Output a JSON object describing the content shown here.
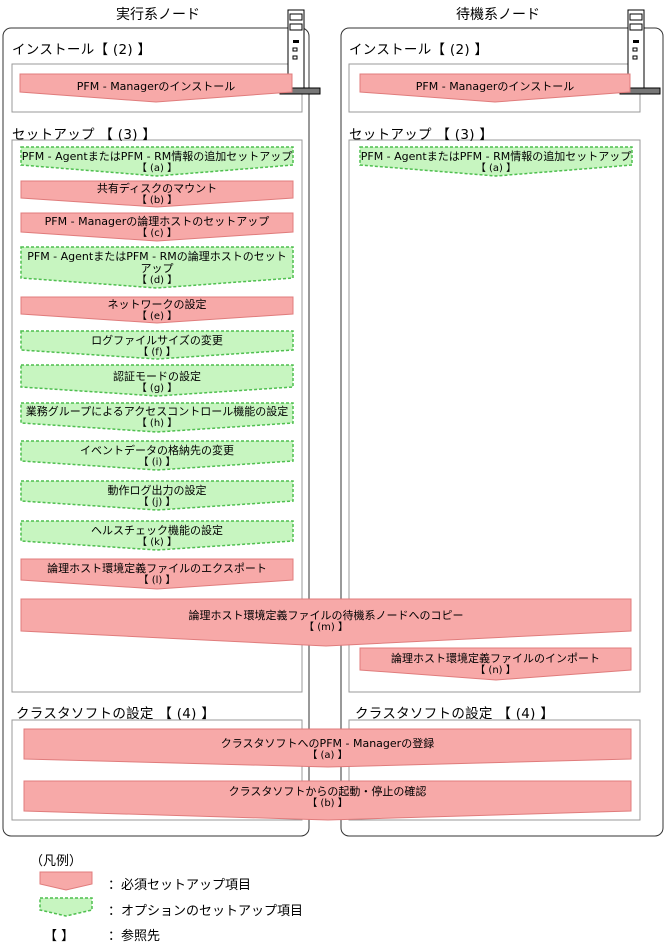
{
  "nodes": {
    "active": "実行系ノード",
    "standby": "待機系ノード"
  },
  "sections": {
    "install": "インストール【 (2) 】",
    "setup": "セットアップ 【 (3) 】",
    "cluster": "クラスタソフトの設定 【 (4) 】"
  },
  "steps": {
    "a_install": {
      "label": "PFM - Managerのインストール",
      "ref": ""
    },
    "a1": {
      "label": "PFM - AgentまたはPFM - RM情報の追加セットアップ",
      "ref": "【 (a) 】"
    },
    "a2": {
      "label": "共有ディスクのマウント",
      "ref": "【 (b) 】"
    },
    "a3": {
      "label": "PFM - Managerの論理ホストのセットアップ",
      "ref": "【 (c) 】"
    },
    "a4": {
      "label": "PFM - AgentまたはPFM - RMの論理ホストのセットアップ",
      "ref": "【 (d) 】"
    },
    "a5": {
      "label": "ネットワークの設定",
      "ref": "【 (e) 】"
    },
    "a6": {
      "label": "ログファイルサイズの変更",
      "ref": "【 (f) 】"
    },
    "a7": {
      "label": "認証モードの設定",
      "ref": "【 (g) 】"
    },
    "a8": {
      "label": "業務グループによるアクセスコントロール機能の設定",
      "ref": "【 (h) 】"
    },
    "a9": {
      "label": "イベントデータの格納先の変更",
      "ref": "【 (i) 】"
    },
    "a10": {
      "label": "動作ログ出力の設定",
      "ref": "【 (j) 】"
    },
    "a11": {
      "label": "ヘルスチェック機能の設定",
      "ref": "【 (k) 】"
    },
    "a12": {
      "label": "論理ホスト環境定義ファイルのエクスポート",
      "ref": "【 (l) 】"
    },
    "m": {
      "label": "論理ホスト環境定義ファイルの待機系ノードへのコピー",
      "ref": "【 (m) 】"
    },
    "s_install": {
      "label": "PFM - Managerのインストール",
      "ref": ""
    },
    "s1": {
      "label": "PFM - AgentまたはPFM - RM情報の追加セットアップ",
      "ref": "【 (a) 】"
    },
    "n": {
      "label": "論理ホスト環境定義ファイルのインポート",
      "ref": "【 (n) 】"
    },
    "c1": {
      "label": "クラスタソフトへのPFM - Managerの登録",
      "ref": "【 (a) 】"
    },
    "c2": {
      "label": "クラスタソフトからの起動・停止の確認",
      "ref": "【 (b) 】"
    }
  },
  "legend": {
    "title": "（凡例）",
    "required": "：必須セットアップ項目",
    "optional": "：オプションのセットアップ項目",
    "brackets": "【 】",
    "reference": "：参照先"
  },
  "colors": {
    "required_fill": "#f7a9a8",
    "required_stroke": "#e07c7c",
    "optional_fill": "#c7f5c0",
    "optional_stroke": "#4fbf4f"
  }
}
